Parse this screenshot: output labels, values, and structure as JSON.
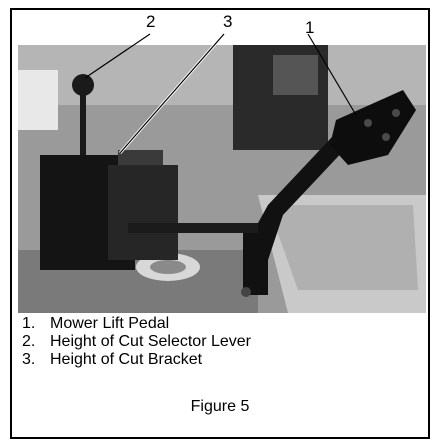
{
  "callouts": [
    {
      "label": "2"
    },
    {
      "label": "3"
    },
    {
      "label": "1"
    }
  ],
  "legend": [
    {
      "num": "1.",
      "text": "Mower Lift Pedal"
    },
    {
      "num": "2.",
      "text": "Height of Cut Selector Lever"
    },
    {
      "num": "3.",
      "text": "Height of Cut Bracket"
    }
  ],
  "caption": "Figure 5"
}
